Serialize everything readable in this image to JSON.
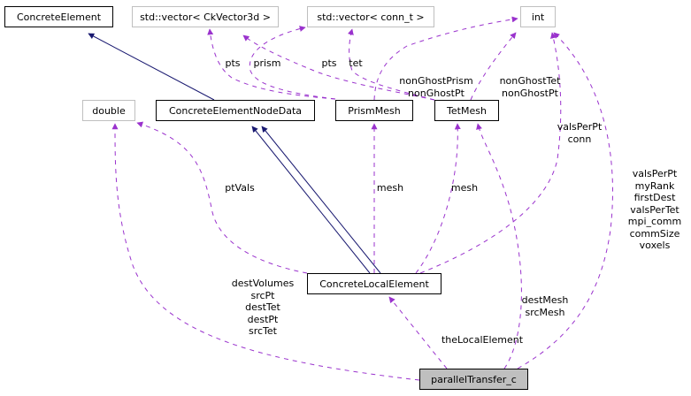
{
  "diagram": {
    "kind": "collaboration-graph",
    "colors": {
      "inheritance_edge": "#191970",
      "usage_edge": "#9a32cd",
      "focus_fill": "#bfbfbf",
      "external_border": "#bfbfbf",
      "node_border": "#000000"
    },
    "nodes": [
      {
        "id": "ConcreteElement",
        "label": "ConcreteElement",
        "style": "documented"
      },
      {
        "id": "vecCk",
        "label": "std::vector< CkVector3d >",
        "style": "external"
      },
      {
        "id": "vecConn",
        "label": "std::vector< conn_t >",
        "style": "external"
      },
      {
        "id": "int",
        "label": "int",
        "style": "external"
      },
      {
        "id": "double",
        "label": "double",
        "style": "external"
      },
      {
        "id": "CEND",
        "label": "ConcreteElementNodeData",
        "style": "documented"
      },
      {
        "id": "PrismMesh",
        "label": "PrismMesh",
        "style": "documented"
      },
      {
        "id": "TetMesh",
        "label": "TetMesh",
        "style": "documented"
      },
      {
        "id": "CLE",
        "label": "ConcreteLocalElement",
        "style": "documented"
      },
      {
        "id": "PT",
        "label": "parallelTransfer_c",
        "style": "focus"
      }
    ],
    "edges": [
      {
        "from": "CEND",
        "to": "ConcreteElement",
        "type": "inheritance",
        "labels": []
      },
      {
        "from": "PrismMesh",
        "to": "vecCk",
        "type": "usage",
        "labels": [
          "pts"
        ]
      },
      {
        "from": "PrismMesh",
        "to": "vecConn",
        "type": "usage",
        "labels": [
          "prism"
        ]
      },
      {
        "from": "TetMesh",
        "to": "vecCk",
        "type": "usage",
        "labels": [
          "pts"
        ]
      },
      {
        "from": "TetMesh",
        "to": "vecConn",
        "type": "usage",
        "labels": [
          "tet"
        ]
      },
      {
        "from": "PrismMesh",
        "to": "int",
        "type": "usage",
        "labels": [
          "nonGhostPrism",
          "nonGhostPt"
        ]
      },
      {
        "from": "TetMesh",
        "to": "int",
        "type": "usage",
        "labels": [
          "nonGhostTet",
          "nonGhostPt"
        ]
      },
      {
        "from": "CLE",
        "to": "int",
        "type": "usage",
        "labels": [
          "valsPerPt",
          "conn"
        ]
      },
      {
        "from": "PT",
        "to": "int",
        "type": "usage",
        "labels": [
          "valsPerPt",
          "myRank",
          "firstDest",
          "valsPerTet",
          "mpi_comm",
          "commSize",
          "voxels"
        ]
      },
      {
        "from": "CLE",
        "to": "CEND",
        "type": "inheritance",
        "labels": []
      },
      {
        "from": "CLE",
        "to": "CEND",
        "type": "inheritance",
        "labels": []
      },
      {
        "from": "CLE",
        "to": "double",
        "type": "usage",
        "labels": [
          "ptVals"
        ]
      },
      {
        "from": "CLE",
        "to": "PrismMesh",
        "type": "usage",
        "labels": [
          "mesh"
        ]
      },
      {
        "from": "CLE",
        "to": "TetMesh",
        "type": "usage",
        "labels": [
          "mesh"
        ]
      },
      {
        "from": "PT",
        "to": "double",
        "type": "usage",
        "labels": [
          "destVolumes",
          "srcPt",
          "destTet",
          "destPt",
          "srcTet"
        ]
      },
      {
        "from": "PT",
        "to": "CLE",
        "type": "usage",
        "labels": [
          "theLocalElement"
        ]
      },
      {
        "from": "PT",
        "to": "TetMesh",
        "type": "usage",
        "labels": [
          "destMesh",
          "srcMesh"
        ]
      }
    ]
  }
}
